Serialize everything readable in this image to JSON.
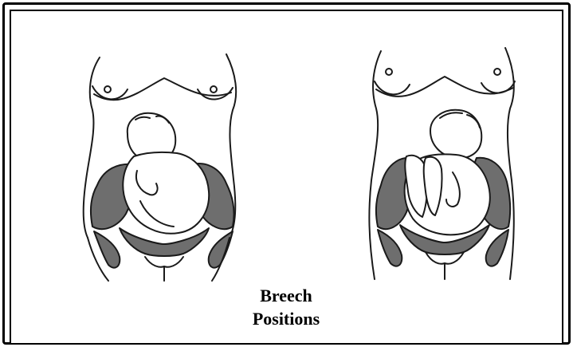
{
  "caption": {
    "line1": "Breech",
    "line2": "Positions"
  },
  "colors": {
    "pelvis": "#6e6e6e",
    "line": "#1a1a1a",
    "background": "#ffffff"
  },
  "figures": [
    {
      "name": "breech-figure-left"
    },
    {
      "name": "breech-figure-right"
    }
  ]
}
